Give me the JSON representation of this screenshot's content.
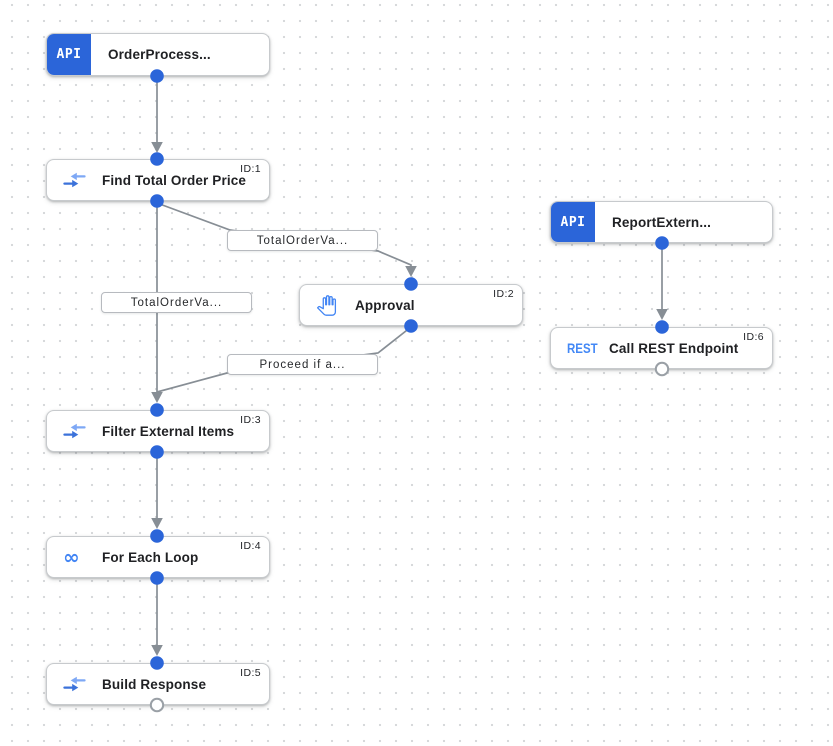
{
  "colors": {
    "accent_blue": "#2b65d9",
    "icon_blue": "#4285f4",
    "icon_blue_light": "#7ea8f5",
    "edge_gray": "#878e95",
    "node_border": "#c7cacd",
    "grid_dot": "#d7d9db"
  },
  "icons": {
    "api_badge_text": "API",
    "rest_text": "REST",
    "infinity_glyph": "∞"
  },
  "nodes": {
    "order_trigger": {
      "badge": "API",
      "title": "OrderProcess..."
    },
    "report_trigger": {
      "badge": "API",
      "title": "ReportExtern..."
    },
    "find_total": {
      "id": "ID:1",
      "title": "Find Total Order Price"
    },
    "approval": {
      "id": "ID:2",
      "title": "Approval"
    },
    "filter_items": {
      "id": "ID:3",
      "title": "Filter External Items"
    },
    "for_each": {
      "id": "ID:4",
      "title": "For Each Loop"
    },
    "build_response": {
      "id": "ID:5",
      "title": "Build Response"
    },
    "call_rest": {
      "id": "ID:6",
      "title": "Call REST Endpoint"
    }
  },
  "edge_labels": {
    "to_approval": "TotalOrderVa...",
    "to_filter": "TotalOrderVa...",
    "from_approval": "Proceed if a..."
  }
}
